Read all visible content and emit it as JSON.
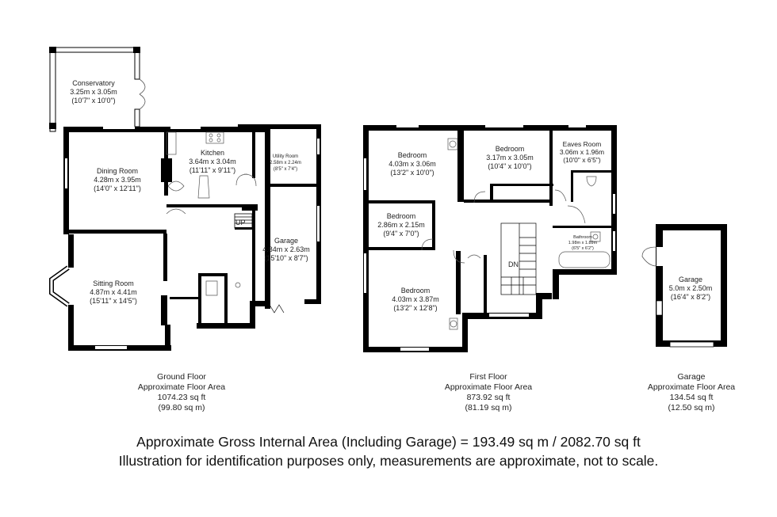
{
  "ground_floor": {
    "rooms": [
      {
        "name": "Conservatory",
        "metric": "3.25m x 3.05m",
        "imperial": "(10'7\" x 10'0\")"
      },
      {
        "name": "Dining Room",
        "metric": "4.28m x 3.95m",
        "imperial": "(14'0\" x 12'11\")"
      },
      {
        "name": "Kitchen",
        "metric": "3.64m x 3.04m",
        "imperial": "(11'11\" x 9'11\")"
      },
      {
        "name": "Utility Room",
        "metric": "2.58m x 2.24m",
        "imperial": "(8'5\" x 7'4\")"
      },
      {
        "name": "Sitting Room",
        "metric": "4.87m x 4.41m",
        "imperial": "(15'11\" x 14'5\")"
      },
      {
        "name": "Garage",
        "metric": "4.84m x 2.63m",
        "imperial": "(15'10\" x 8'7\")"
      }
    ],
    "stair_label": "UP",
    "area": {
      "title": "Ground Floor",
      "subtitle": "Approximate Floor Area",
      "sqft": "1074.23 sq ft",
      "sqm": "(99.80 sq m)"
    }
  },
  "first_floor": {
    "rooms": [
      {
        "name": "Bedroom",
        "metric": "4.03m x 3.06m",
        "imperial": "(13'2\" x 10'0\")"
      },
      {
        "name": "Bedroom",
        "metric": "3.17m x 3.05m",
        "imperial": "(10'4\" x 10'0\")"
      },
      {
        "name": "Eaves Room",
        "metric": "3.06m x 1.96m",
        "imperial": "(10'0\" x 6'5\")"
      },
      {
        "name": "Bedroom",
        "metric": "2.86m x 2.15m",
        "imperial": "(9'4\" x 7'0\")"
      },
      {
        "name": "Bathroom",
        "metric": "1.98m x 1.89m",
        "imperial": "(6'5\" x 6'2\")"
      },
      {
        "name": "Bedroom",
        "metric": "4.03m x 3.87m",
        "imperial": "(13'2\" x 12'8\")"
      }
    ],
    "stair_label": "DN",
    "area": {
      "title": "First Floor",
      "subtitle": "Approximate Floor Area",
      "sqft": "873.92 sq ft",
      "sqm": "(81.19 sq m)"
    }
  },
  "detached_garage": {
    "rooms": [
      {
        "name": "Garage",
        "metric": "5.0m x 2.50m",
        "imperial": "(16'4\" x 8'2\")"
      }
    ],
    "area": {
      "title": "Garage",
      "subtitle": "Approximate Floor Area",
      "sqft": "134.54 sq ft",
      "sqm": "(12.50 sq m)"
    }
  },
  "footer": {
    "line1": "Approximate Gross Internal Area (Including Garage) = 193.49 sq m / 2082.70 sq ft",
    "line2": "Illustration for identification purposes only, measurements are approximate, not to scale."
  },
  "colors": {
    "wall": "#000000",
    "window": "#ffffff",
    "fixture_stroke": "#555555",
    "background": "#ffffff"
  }
}
